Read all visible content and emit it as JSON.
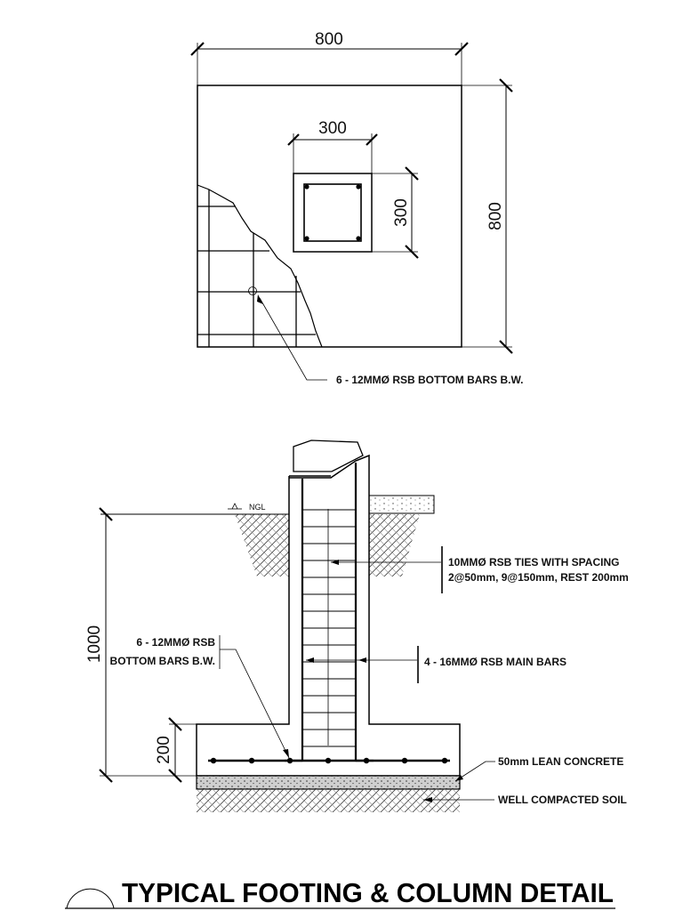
{
  "plan": {
    "dim_width": "800",
    "dim_height": "800",
    "column_width": "300",
    "column_height": "300",
    "bottom_bars_note": "6 - 12MMØ RSB BOTTOM BARS B.W."
  },
  "section": {
    "dim_total_height": "1000",
    "dim_footing_thickness": "200",
    "ngl_label": "NGL",
    "ties_note_line1": "10MMØ RSB TIES WITH SPACING",
    "ties_note_line2": "2@50mm, 9@150mm, REST 200mm",
    "main_bars_note": "4 - 16MMØ RSB MAIN BARS",
    "bottom_bars_note_line1": "6 - 12MMØ RSB",
    "bottom_bars_note_line2": "BOTTOM BARS B.W.",
    "lean_concrete_note": "50mm LEAN CONCRETE",
    "soil_note": "WELL COMPACTED SOIL"
  },
  "title": "TYPICAL FOOTING & COLUMN DETAIL"
}
